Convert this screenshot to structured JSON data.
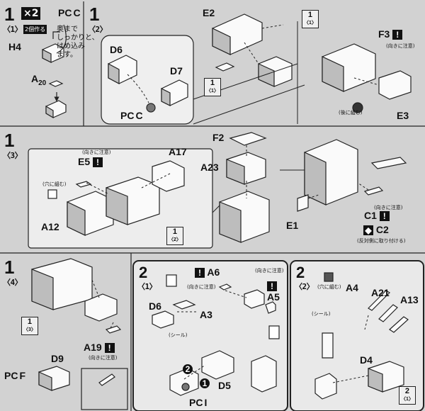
{
  "step1_1": {
    "step": "1",
    "sub": "〈1〉",
    "quantity": "×2",
    "make_two": "2個作る",
    "pc": "PC",
    "pc_code": "C",
    "note_l1": "奥まで",
    "note_l2": "しっかりと、",
    "note_l3": "はめ込み",
    "note_l4": "ます。",
    "h_part": "H",
    "h_num": "4",
    "a_part": "A",
    "a_num": "20"
  },
  "step1_2": {
    "step": "1",
    "sub": "〈2〉",
    "d6": "D6",
    "d7": "D7",
    "pc": "PC",
    "pc_code": "C",
    "e2": "E2",
    "ref_step": "1",
    "ref_sub": "〈1〉",
    "ref2_step": "1",
    "ref2_sub": "〈1〉",
    "f3": "F3",
    "f3_note": "(向きに注意)",
    "e3": "E3",
    "back_note": "(後に組む)"
  },
  "step1_3": {
    "step": "1",
    "sub": "〈3〉",
    "e5": "E5",
    "e5_note": "(向きに注意)",
    "a17": "A17",
    "a12": "A12",
    "ref_step": "1",
    "ref_sub": "〈2〉",
    "hole_note": "(穴に組む)",
    "f2": "F2",
    "a23": "A23",
    "e1": "E1",
    "c1": "C1",
    "c1_note": "(向きに注意)",
    "c2": "C2",
    "side_note": "(反対側に取り付ける)"
  },
  "step1_4": {
    "step": "1",
    "sub": "〈4〉",
    "ref_step": "1",
    "ref_sub": "〈3〉",
    "a19": "A19",
    "a19_note": "(向きに注意)",
    "d9": "D9",
    "pc": "PC",
    "pc_code": "F"
  },
  "step2_1": {
    "step": "2",
    "sub": "〈1〉",
    "a6": "A6",
    "a6_note": "(向きに注意)",
    "a5": "A5",
    "a5_note": "(向きに注意)",
    "d6": "D6",
    "a3": "A3",
    "seal": "(シール)",
    "d5": "D5",
    "pc": "PC",
    "pc_code": "I",
    "num1": "1",
    "num2": "2"
  },
  "step2_2": {
    "step": "2",
    "sub": "〈2〉",
    "hole_note": "(穴に組む)",
    "a4": "A4",
    "a21": "A21",
    "a13": "A13",
    "seal": "(シール)",
    "d4": "D4",
    "ref_step": "2",
    "ref_sub": "〈1〉"
  },
  "colors": {
    "panel": "#e7e7e7",
    "ink": "#111111",
    "background": "#d2d2d2"
  }
}
